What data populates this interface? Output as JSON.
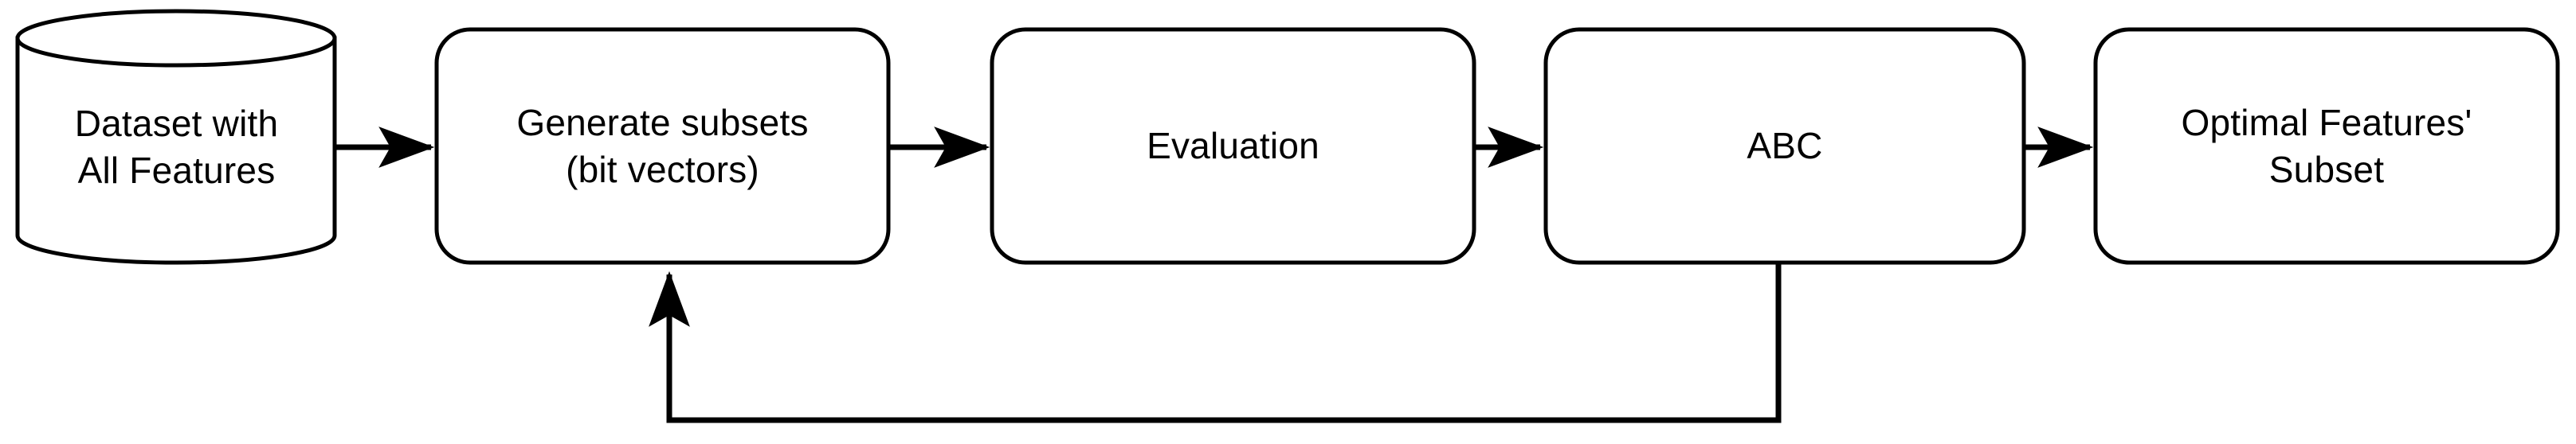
{
  "diagram": {
    "type": "flowchart",
    "orientation": "left-to-right",
    "background_color": "#ffffff",
    "stroke_color": "#000000",
    "fill_color": "#ffffff",
    "nodes": [
      {
        "id": "dataset",
        "shape": "cylinder",
        "line1": "Dataset with",
        "line2": "All Features"
      },
      {
        "id": "generate",
        "shape": "rounded-rectangle",
        "line1": "Generate subsets",
        "line2": "(bit vectors)"
      },
      {
        "id": "evaluation",
        "shape": "rounded-rectangle",
        "line1": "Evaluation",
        "line2": ""
      },
      {
        "id": "abc",
        "shape": "rounded-rectangle",
        "line1": "ABC",
        "line2": ""
      },
      {
        "id": "optimal",
        "shape": "rounded-rectangle",
        "line1": "Optimal Features'",
        "line2": "Subset"
      }
    ],
    "edges": [
      {
        "id": "e1",
        "from": "dataset",
        "to": "generate",
        "label": "",
        "style": "solid-arrow"
      },
      {
        "id": "e2",
        "from": "generate",
        "to": "evaluation",
        "label": "",
        "style": "solid-arrow"
      },
      {
        "id": "e3",
        "from": "evaluation",
        "to": "abc",
        "label": "",
        "style": "solid-arrow"
      },
      {
        "id": "e4",
        "from": "abc",
        "to": "optimal",
        "label": "",
        "style": "solid-arrow"
      },
      {
        "id": "e5",
        "from": "abc",
        "to": "generate",
        "label": "",
        "style": "solid-arrow-feedback-loop"
      }
    ]
  }
}
